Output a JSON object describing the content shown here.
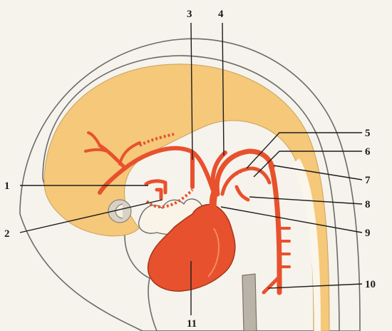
{
  "labels": {
    "l1": "1",
    "l2": "2",
    "l3": "3",
    "l4": "4",
    "l5": "5",
    "l6": "6",
    "l7": "7",
    "l8": "8",
    "l9": "9",
    "l10": "10",
    "l11": "11"
  },
  "colors": {
    "background": "#f6f3ec",
    "embryo_fill": "#f7f2ea",
    "neural_tissue": "#f5c87a",
    "artery": "#e8512d",
    "heart": "#e8512d",
    "vein_grey": "#b9b3a8",
    "outline": "#6b6b6b",
    "label_text": "#1d1d1d"
  }
}
